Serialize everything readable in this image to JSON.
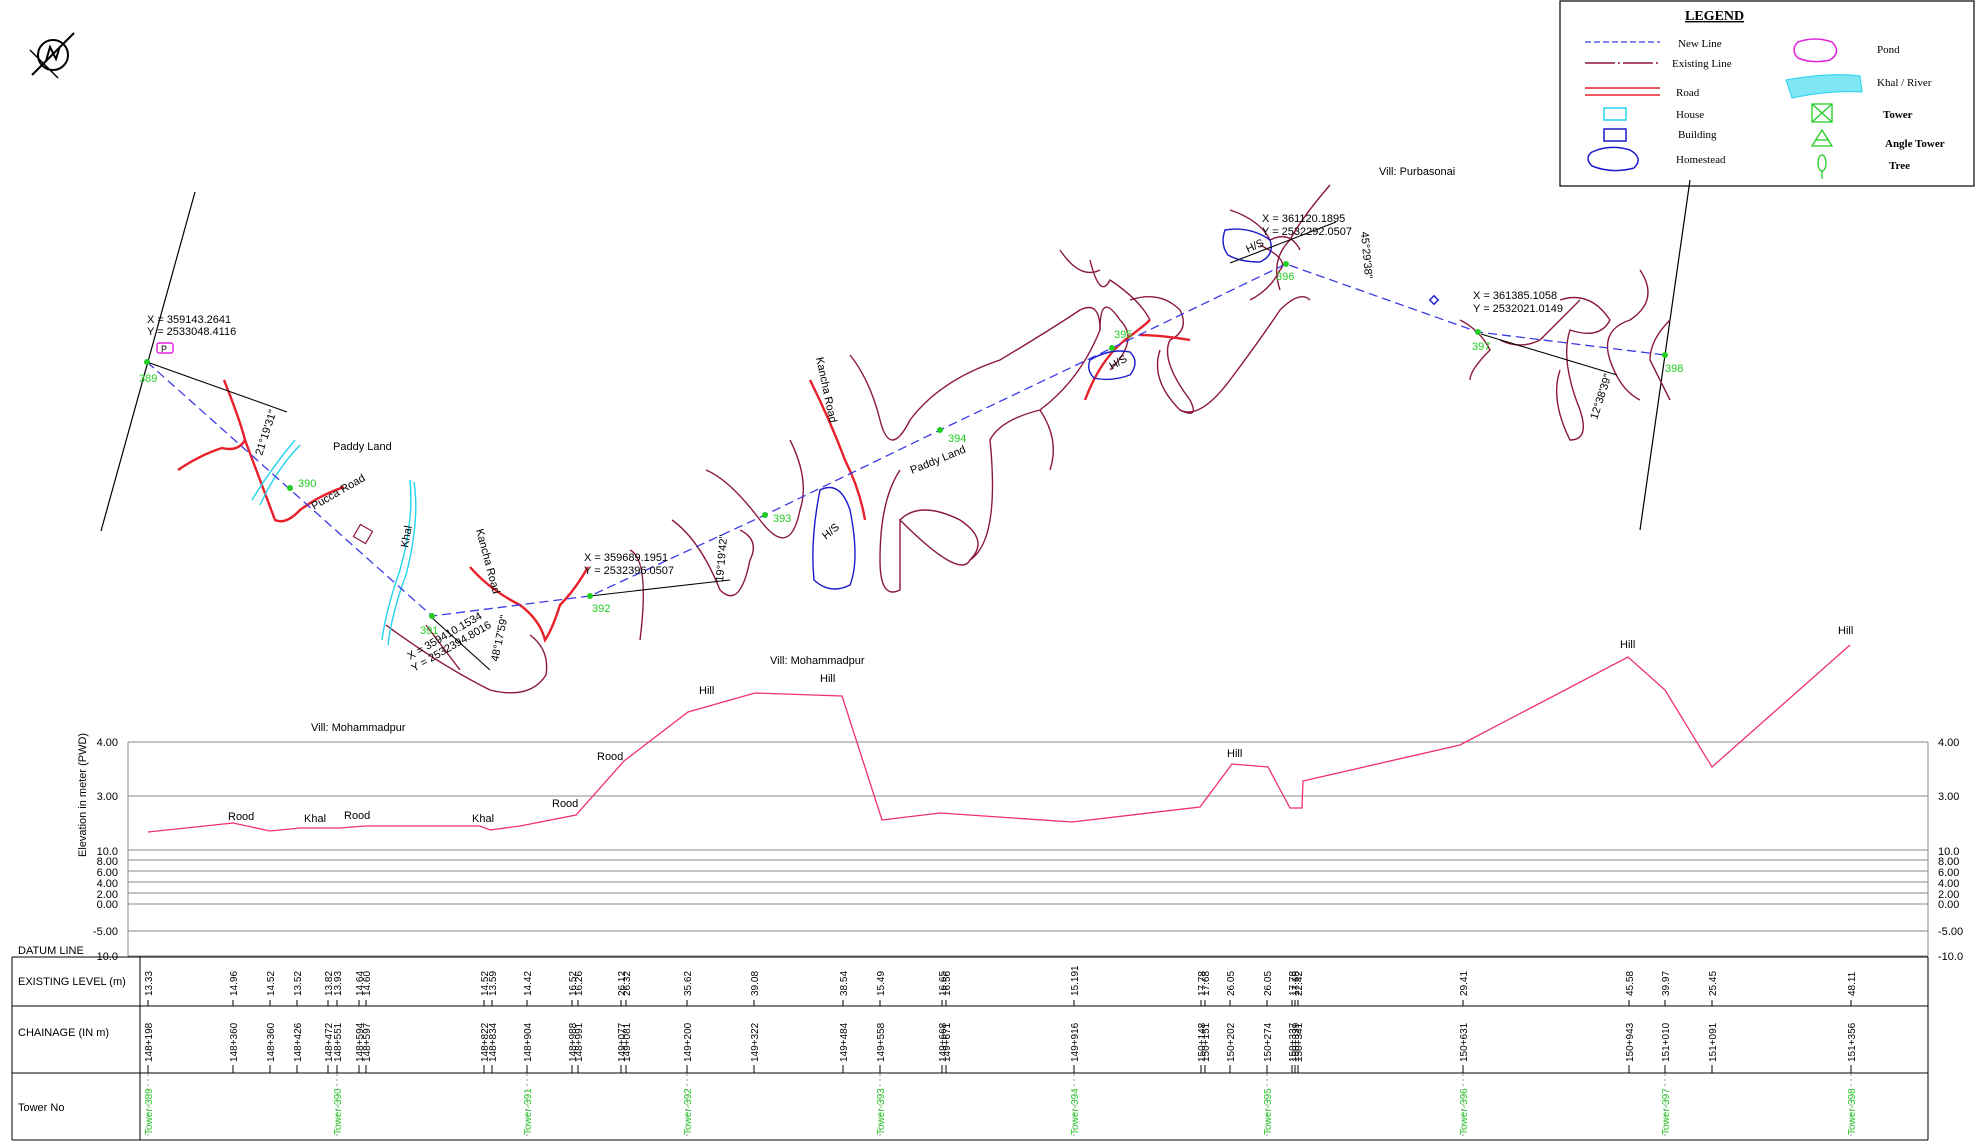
{
  "legend": {
    "title": "LEGEND",
    "items": [
      {
        "label": "New Line",
        "symbol": "new-line"
      },
      {
        "label": "Existing Line",
        "symbol": "existing-line"
      },
      {
        "label": "Road",
        "symbol": "road"
      },
      {
        "label": "House",
        "symbol": "house"
      },
      {
        "label": "Building",
        "symbol": "building"
      },
      {
        "label": "Homestead",
        "symbol": "homestead"
      },
      {
        "label": "Pond",
        "symbol": "pond"
      },
      {
        "label": "Khal / River",
        "symbol": "khal"
      },
      {
        "label": "Tower",
        "symbol": "tower"
      },
      {
        "label": "Angle Tower",
        "symbol": "angle-tower"
      },
      {
        "label": "Tree",
        "symbol": "tree"
      }
    ]
  },
  "colors": {
    "new_line": "#3a3ae6",
    "existing": "#8b1a3a",
    "road": "#e8202a",
    "water": "#22d4ee",
    "building": "#1a1acc",
    "pond": "#e020d8",
    "tower": "#22cc22",
    "profile": "#f0306a"
  },
  "map": {
    "towers": [
      "389",
      "390",
      "391",
      "392",
      "393",
      "394",
      "395",
      "396",
      "397",
      "398"
    ],
    "coords": [
      {
        "x": "X = 359143.2641",
        "y": "Y = 2533048.4116"
      },
      {
        "x": "X = 359410.1534",
        "y": "Y = 2532394.8016"
      },
      {
        "x": "X = 359689.1951",
        "y": "Y = 2532396.0507"
      },
      {
        "x": "X = 361120.1895",
        "y": "Y = 2532292.0507"
      },
      {
        "x": "X = 361385.1058",
        "y": "Y = 2532021.0149"
      }
    ],
    "angles": [
      "21°19'31\"",
      "48°17'59\"",
      "19°19'42\"",
      "45°29'38\"",
      "12°38'39\""
    ],
    "labels": {
      "paddy_land_1": "Paddy Land",
      "paddy_land_2": "Paddy Land",
      "pucca_road": "Pucca Road",
      "khal": "Khal",
      "kancha_road_1": "Kancha Road",
      "kancha_road_2": "Kancha Road",
      "hs_1": "H/S",
      "hs_2": "H/S",
      "hs_3": "H/S",
      "vill_purbasonai": "Vill: Purbasonai",
      "vill_mohammadpur_1": "Vill: Mohammadpur",
      "vill_mohammadpur_2": "Vill: Mohammadpur"
    }
  },
  "profile": {
    "y_title": "Elevation in meter (PWD)",
    "datum_label": "DATUM  LINE",
    "upper_ticks": [
      "4.00",
      "3.00"
    ],
    "lower_ticks": [
      "10.0",
      "8.00",
      "6.00",
      "4.00",
      "2.00",
      "0.00",
      "-5.00",
      "-10.0"
    ],
    "annotations": [
      "Rood",
      "Khal",
      "Rood",
      "Khal",
      "Rood",
      "Rood",
      "Hill",
      "Hill",
      "Hill",
      "Hill",
      "Hill"
    ],
    "row_labels": {
      "existing_level": "EXISTING LEVEL (m)",
      "chainage": "CHAINAGE (IN m)",
      "tower_no": "Tower No"
    },
    "existing_levels": [
      "13.33",
      "14.96",
      "14.52",
      "13.52",
      "13.82",
      "13.93",
      "14.64",
      "14.60",
      "14.52",
      "13.59",
      "14.42",
      "16.52",
      "16.26",
      "26.12",
      "26.32",
      "35.62",
      "39.08",
      "38.54",
      "15.49",
      "16.65",
      "16.56",
      "15.191",
      "17.78",
      "17.68",
      "26.05",
      "26.05",
      "17.78",
      "17.65",
      "22.42",
      "29.41",
      "45.58",
      "39.97",
      "25.45",
      "48.11"
    ],
    "chainages": [
      "148+198",
      "148+360",
      "148+360",
      "148+426",
      "148+472",
      "148+551",
      "148+594",
      "148+597",
      "148+822",
      "148+834",
      "148+904",
      "148+988",
      "148+991",
      "149+077",
      "149+081",
      "149+200",
      "149+322",
      "149+484",
      "149+558",
      "149+668",
      "149+671",
      "149+916",
      "150+148",
      "150+151",
      "150+202",
      "150+274",
      "150+337",
      "150+339",
      "150+341",
      "150+631",
      "150+943",
      "151+010",
      "151+091",
      "151+356"
    ],
    "tower_labels": [
      "Tower-389",
      "Tower-390",
      "Tower-391",
      "Tower-392",
      "Tower-393",
      "Tower-394",
      "Tower-395",
      "Tower-396",
      "Tower-397",
      "Tower-398"
    ]
  }
}
